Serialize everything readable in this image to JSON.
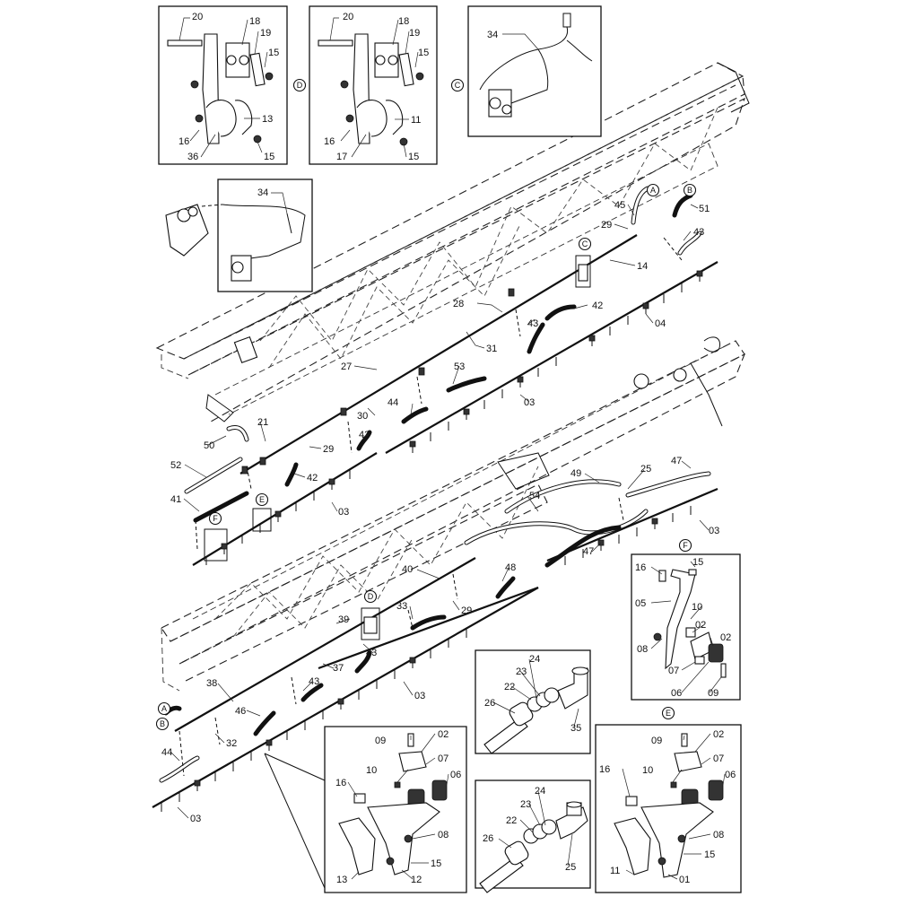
{
  "labels": {
    "d_20": "20",
    "d_18": "18",
    "d_19": "19",
    "d_15a": "15",
    "d_13": "13",
    "d_16": "16",
    "d_36": "36",
    "d_15b": "15",
    "c_20": "20",
    "c_18": "18",
    "c_19": "19",
    "c_15a": "15",
    "c_11": "11",
    "c_16": "16",
    "c_17": "17",
    "c_15b": "15",
    "tr_34": "34",
    "tl_34": "34",
    "m_45": "45",
    "m_51": "51",
    "m_29a": "29",
    "m_43a": "43",
    "m_14": "14",
    "m_28": "28",
    "m_43b": "43",
    "m_42a": "42",
    "m_04": "04",
    "m_31": "31",
    "m_27": "27",
    "m_53": "53",
    "m_44a": "44",
    "m_03a": "03",
    "m_21": "21",
    "m_30": "30",
    "m_43c": "43",
    "m_50": "50",
    "m_29b": "29",
    "m_52": "52",
    "m_42b": "42",
    "m_41": "41",
    "m_03b": "03",
    "m_49": "49",
    "m_25a": "25",
    "m_47a": "47",
    "m_54": "54",
    "m_03c": "03",
    "m_47b": "47",
    "m_40": "40",
    "m_48": "48",
    "m_29c": "29",
    "m_33": "33",
    "m_39": "39",
    "m_43d": "43",
    "m_37": "37",
    "m_03d": "03",
    "m_38": "38",
    "m_43e": "43",
    "m_46": "46",
    "m_32": "32",
    "m_44b": "44",
    "m_03e": "03",
    "f_16": "16",
    "f_15": "15",
    "f_05": "05",
    "f_10": "10",
    "f_02a": "02",
    "f_08": "08",
    "f_02b": "02",
    "f_07": "07",
    "f_06": "06",
    "f_09": "09",
    "e1_24": "24",
    "e1_23": "23",
    "e1_22": "22",
    "e1_26": "26",
    "e1_35": "35",
    "e2_24": "24",
    "e2_23": "23",
    "e2_22": "22",
    "e2_26": "26",
    "e2_25": "25",
    "bm_09": "09",
    "bm_02": "02",
    "bm_07": "07",
    "bm_10": "10",
    "bm_06": "06",
    "bm_16": "16",
    "bm_08": "08",
    "bm_15": "15",
    "bm_13": "13",
    "bm_12": "12",
    "be_09": "09",
    "be_02": "02",
    "be_07": "07",
    "be_16": "16",
    "be_10": "10",
    "be_06": "06",
    "be_08": "08",
    "be_15": "15",
    "be_11": "11",
    "be_01": "01"
  },
  "callouts": {
    "D1": "D",
    "C1": "C",
    "A1": "A",
    "B1": "B",
    "Cc": "C",
    "E1": "E",
    "F1": "F",
    "D2": "D",
    "A2": "A",
    "B2": "B",
    "F2": "F",
    "E2": "E"
  }
}
